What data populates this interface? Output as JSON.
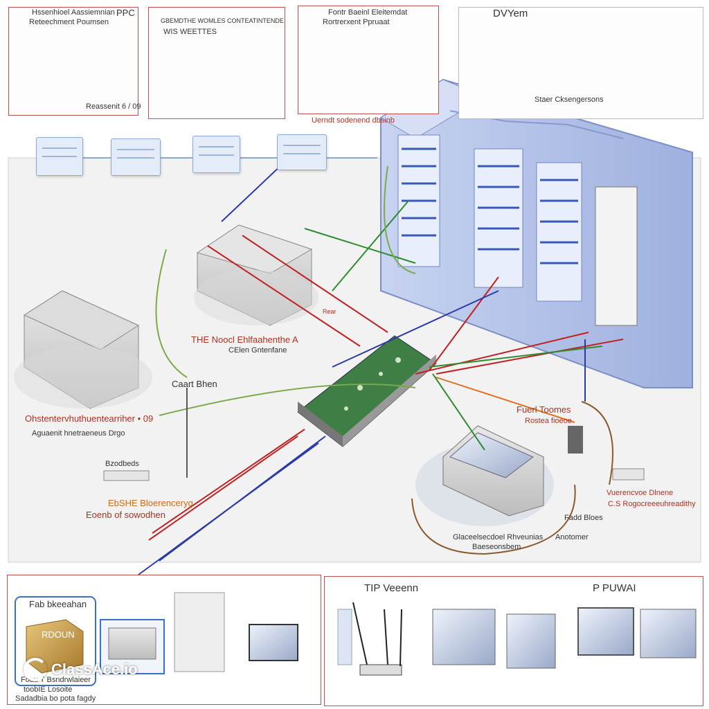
{
  "top_panels": [
    {
      "title_1": "Hssenhioel Aassiemnian",
      "title_2": "Reteechment Poumsen",
      "tag": "PPC",
      "caption": "Reassenit 6 / 09"
    },
    {
      "title_1": "GBEMDTHE WOMLES CONTEATINTENDE",
      "title_2": "WIS WEETTES"
    },
    {
      "title_1": "Fontr Baeinl Eleitemdat",
      "title_2": "Rortrerxent Ppruaat"
    },
    {
      "title_1": "DVYem",
      "caption": "Staer Cksengersons"
    }
  ],
  "floating_labels": {
    "panel3_sub": "Uerndt sodenend  dbsinb",
    "center_title": "THE Noocl Ehlfaahenthe A",
    "center_sub": "CElen Gntenfane",
    "left_title": "Ohstentervhuthuentearriher • 09",
    "left_sub": "Aguaenit hnetraeneus  Drgo",
    "card_label": "Caart Bhen",
    "small_device": "Bzodbeds",
    "orange_title": "EbSHE Bloerenceryg",
    "orange_sub": "Eoenb of sowodhen",
    "right_device": "Fuerl Toomes",
    "right_device_sub": "Rostea  fioeoe",
    "right_title": "Vuerencvoe Dlnene",
    "right_sub": "C.S Rogocreeeuhreadithy",
    "bottom_center_1": "Glaceelsecdoel Rhveunias",
    "bottom_center_2": "Baeseonsbem",
    "small_a": "Fadd Bloes",
    "small_b": "Anotomer",
    "red_small": "Rear"
  },
  "bottom_left": {
    "title": "Fab bkeeahan",
    "gold_label": "RDOUN",
    "line_1": "Foau T Bsndrwlaieer",
    "line_2": "toobIE Losoite",
    "line_3": "Sadadbia bo pota fagdy"
  },
  "bottom_right": {
    "title_1": "TIP Veeenn",
    "title_2": "P PUWAI"
  },
  "logo": {
    "text": "ClassAce.io"
  }
}
